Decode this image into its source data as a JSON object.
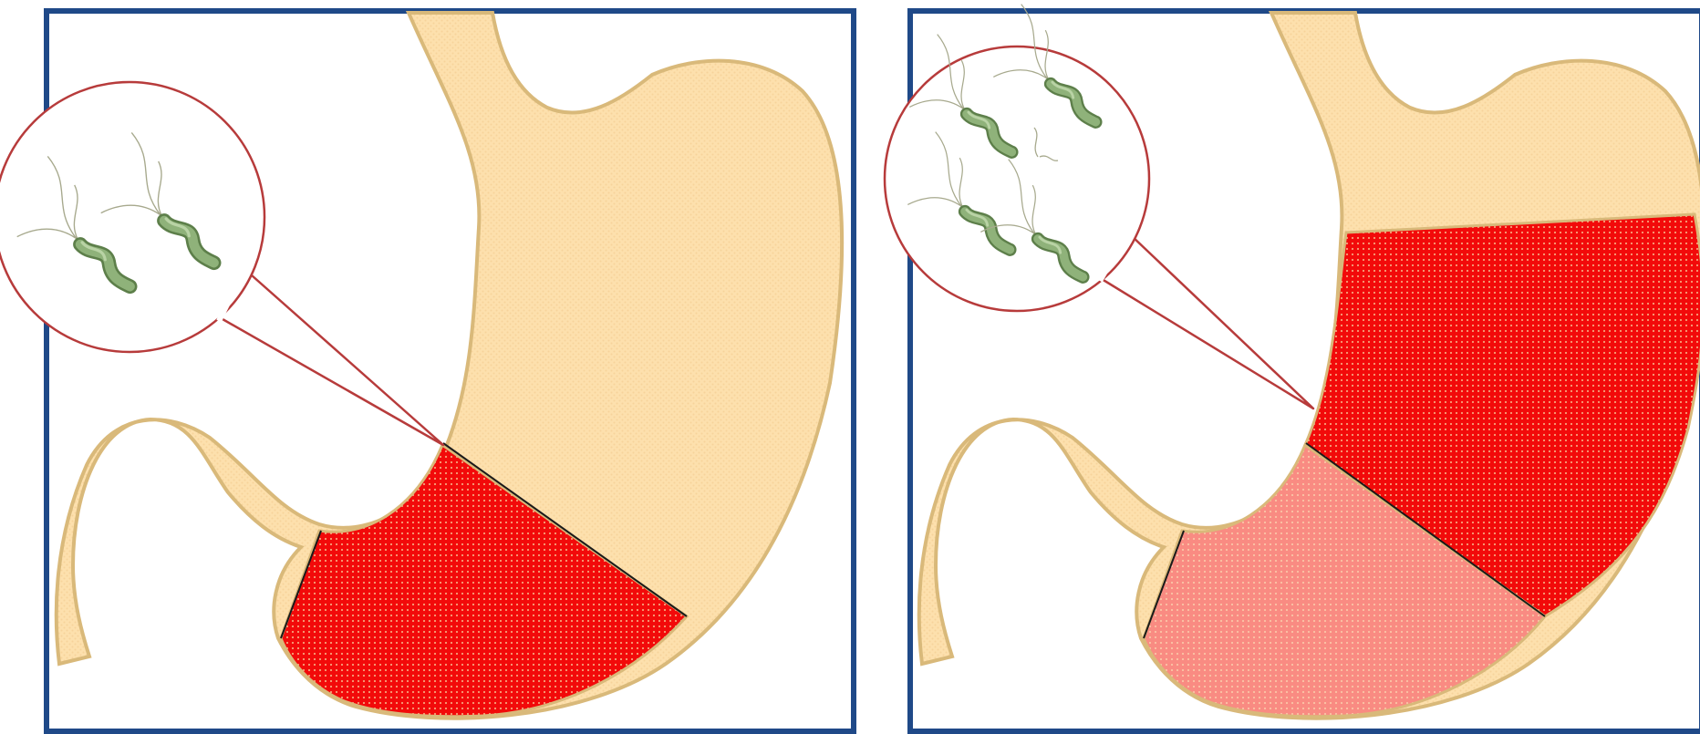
{
  "figure": {
    "panels": [
      {
        "id": "left",
        "antrum_inflammation": "severe",
        "corpus_inflammation": "none",
        "bacteria_count": 2
      },
      {
        "id": "right",
        "antrum_inflammation": "mild",
        "corpus_inflammation": "severe",
        "bacteria_count": 4
      }
    ]
  },
  "colors": {
    "frame": "#1f4988",
    "stomach_fill": "#fde0ad",
    "stomach_outline": "#d9b97a",
    "inflamed_severe": "#f20a0a",
    "inflamed_mild": "#f98b82",
    "callout_stroke": "#b73b3b",
    "bacteria_body": "#7e9f66",
    "bacteria_flagella": "#a7a98d",
    "zone_line": "#1a1a1a"
  },
  "icons": {
    "bacterium": "helicobacter-pylori-icon"
  }
}
